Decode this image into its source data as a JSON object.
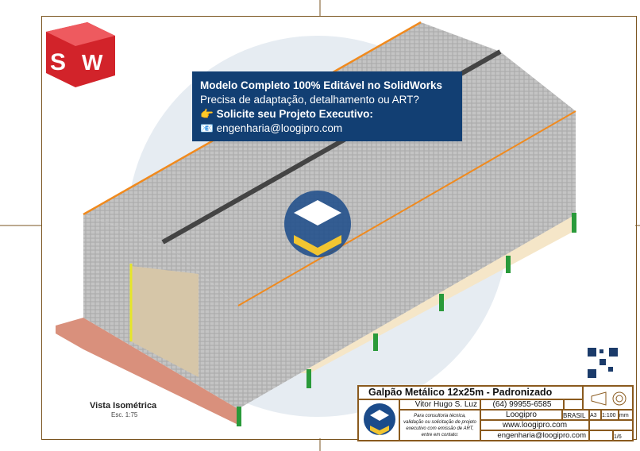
{
  "promo": {
    "line1": "Modelo Completo 100% Editável no SolidWorks",
    "line2": " Precisa de adaptação, detalhamento ou ART?",
    "line3_icon": "pointing-hand-icon",
    "line3": "Solicite seu Projeto Executivo:",
    "line4_icon": "envelope-icon",
    "line4": "engenharia@loogipro.com"
  },
  "view": {
    "title": "Vista Isométrica",
    "scale": "Esc. 1:75"
  },
  "title_block": {
    "title": "Galpão Metálico 12x25m - Padronizado",
    "owner": "Vitor Hugo S. Luz",
    "phone": "(64) 99955-6585",
    "company": "Loogipro",
    "country": "BRASIL",
    "sheet_size": "A3",
    "scale": "1:100",
    "unit": "mm",
    "website": "www.loogipro.com",
    "email": "engenharia@loogipro.com",
    "sheet": "1/6",
    "notes": "Para consultoria técnica, validação ou solicitação de projeto executivo com emissão de ART, entre em contato:"
  },
  "colors": {
    "frame": "#8a5a1e",
    "promo_bg": "#123f73",
    "roof_edge": "#f08a1e",
    "logo_blue": "#1b4b8a",
    "logo_yellow": "#f2c531"
  }
}
